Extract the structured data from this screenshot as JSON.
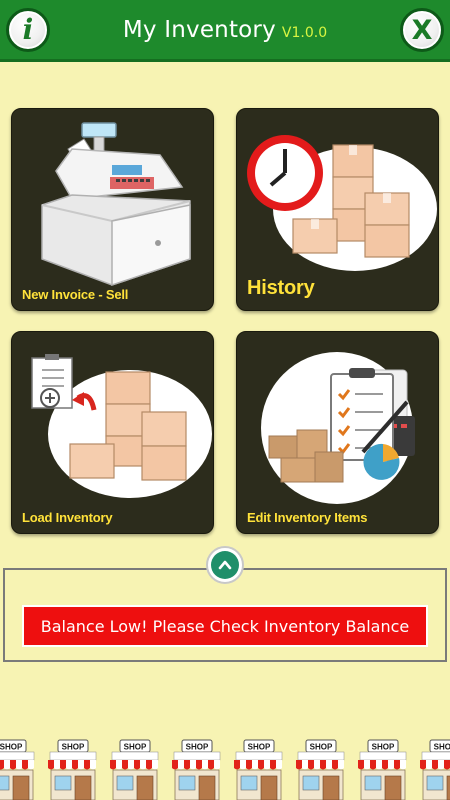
{
  "header": {
    "title": "My Inventory",
    "version": "V1.0.0",
    "info_icon": "info-icon",
    "close_icon": "close-icon",
    "info_glyph": "i",
    "close_glyph": "X",
    "color": "#1e8a2c"
  },
  "tiles": [
    {
      "label": "New Invoice - Sell",
      "icon": "cash-register-icon"
    },
    {
      "label": "History",
      "icon": "clock-boxes-icon"
    },
    {
      "label": "Load Inventory",
      "icon": "checklist-boxes-icon"
    },
    {
      "label": "Edit Inventory Items",
      "icon": "clipboard-checklist-icon"
    }
  ],
  "scroll_up": {
    "icon": "chevron-up-icon"
  },
  "alert": {
    "message": "Balance Low! Please Check Inventory Balance",
    "color": "#ee0f0f"
  },
  "shops": {
    "sign_text": "SHOP",
    "count": 8,
    "icon": "shop-icon"
  },
  "colors": {
    "background": "#f7f3b3",
    "tile": "#2c2c1c",
    "tile_label": "#ffe23a"
  }
}
